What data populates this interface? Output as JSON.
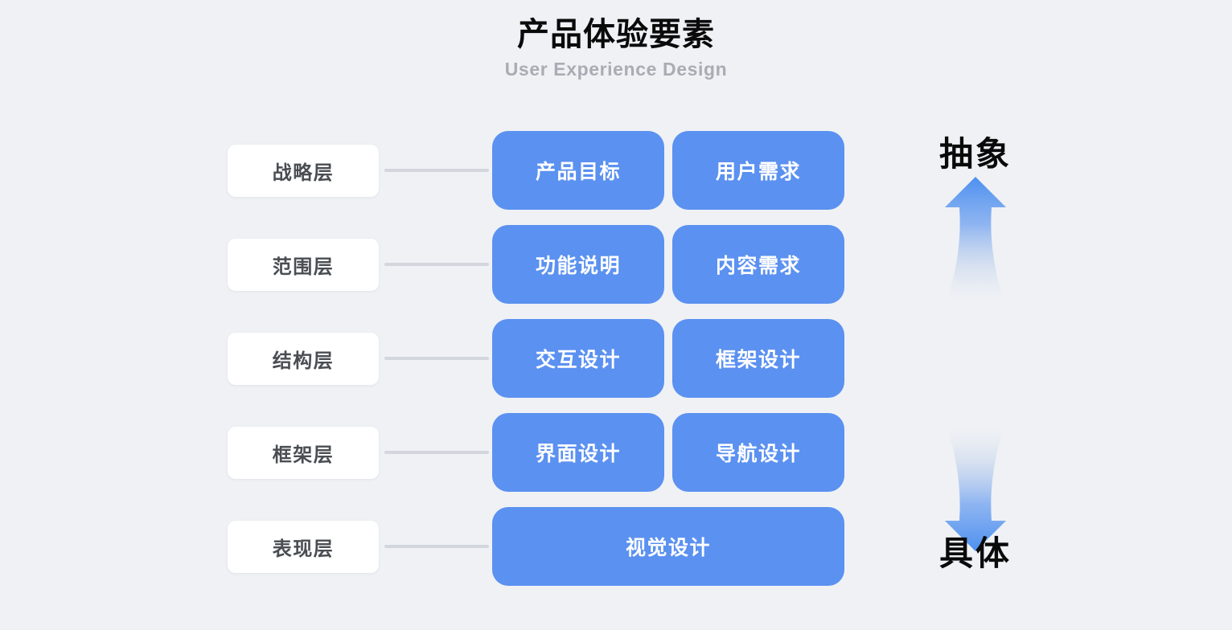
{
  "header": {
    "title": "产品体验要素",
    "subtitle": "User Experience Design"
  },
  "colors": {
    "background": "#eff1f5",
    "card_blue": "#5b91f0",
    "label_card": "#ffffff",
    "label_text": "#4a4d52",
    "connector": "#d3d6dc",
    "title_text": "#0a0a0a",
    "subtitle_text": "#a9acb3",
    "arrow_blue": "#4d90f0"
  },
  "layers": [
    {
      "label": "战略层",
      "elements": [
        {
          "label": "产品目标"
        },
        {
          "label": "用户需求"
        }
      ]
    },
    {
      "label": "范围层",
      "elements": [
        {
          "label": "功能说明"
        },
        {
          "label": "内容需求"
        }
      ]
    },
    {
      "label": "结构层",
      "elements": [
        {
          "label": "交互设计"
        },
        {
          "label": "框架设计"
        }
      ]
    },
    {
      "label": "框架层",
      "elements": [
        {
          "label": "界面设计"
        },
        {
          "label": "导航设计"
        }
      ]
    },
    {
      "label": "表现层",
      "elements": [
        {
          "label": "视觉设计"
        }
      ]
    }
  ],
  "axis": {
    "top_label": "抽象",
    "bottom_label": "具体",
    "up_arrow_icon": "arrow-up-icon",
    "down_arrow_icon": "arrow-down-icon"
  }
}
